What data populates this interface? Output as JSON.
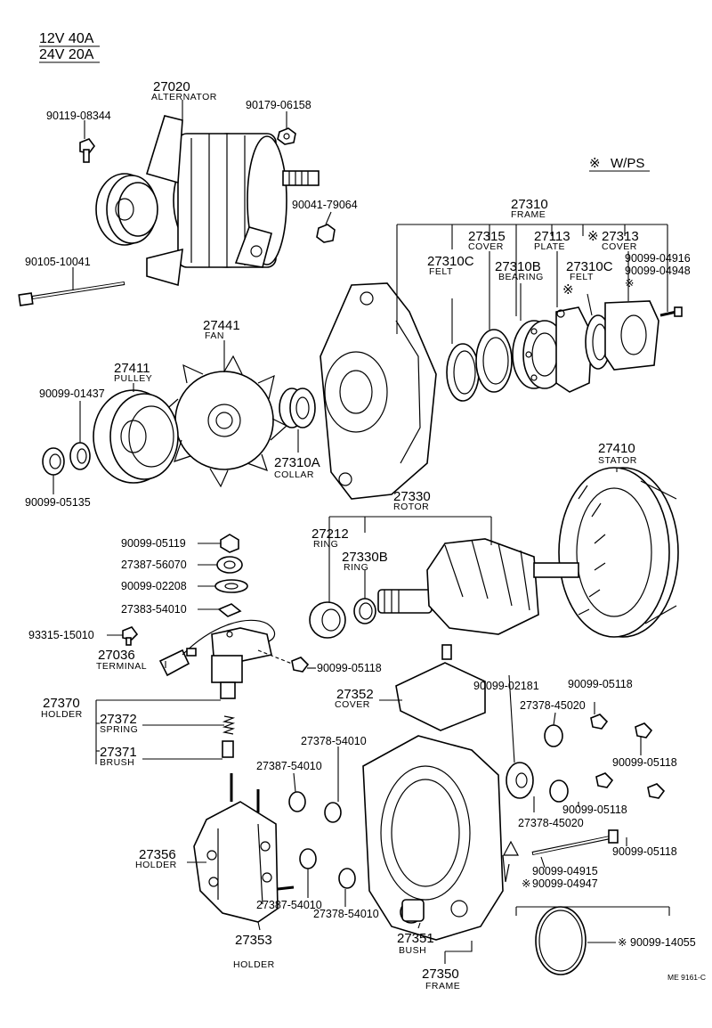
{
  "header": {
    "ratings": [
      "12V 40A",
      "24V 20A"
    ],
    "note_mark": "※",
    "note_text": "W/PS",
    "code": "ME 9161-C"
  },
  "parts": [
    {
      "id": "p27020",
      "number": "27020",
      "name": "ALTERNATOR"
    },
    {
      "id": "p90119_08344",
      "number": "90119-08344",
      "name": ""
    },
    {
      "id": "p90179_06158",
      "number": "90179-06158",
      "name": ""
    },
    {
      "id": "p90041_79064",
      "number": "90041-79064",
      "name": ""
    },
    {
      "id": "p90105_10041",
      "number": "90105-10041",
      "name": ""
    },
    {
      "id": "p27441",
      "number": "27441",
      "name": "FAN"
    },
    {
      "id": "p27411",
      "number": "27411",
      "name": "PULLEY"
    },
    {
      "id": "p90099_01437",
      "number": "90099-01437",
      "name": ""
    },
    {
      "id": "p90099_05135",
      "number": "90099-05135",
      "name": ""
    },
    {
      "id": "p27310A",
      "number": "27310A",
      "name": "COLLAR"
    },
    {
      "id": "p27310",
      "number": "27310",
      "name": "FRAME"
    },
    {
      "id": "p27315",
      "number": "27315",
      "name": "COVER"
    },
    {
      "id": "p27113",
      "number": "27113",
      "name": "PLATE"
    },
    {
      "id": "p27313",
      "number": "27313",
      "name": "COVER",
      "mark": "※"
    },
    {
      "id": "p27310C_a",
      "number": "27310C",
      "name": "FELT"
    },
    {
      "id": "p27310B",
      "number": "27310B",
      "name": "BEARING"
    },
    {
      "id": "p27310C_b",
      "number": "27310C",
      "name": "FELT",
      "mark": "※"
    },
    {
      "id": "p90099_04916",
      "number": "90099-04916",
      "name": ""
    },
    {
      "id": "p90099_04948",
      "number": "90099-04948",
      "name": "",
      "mark": "※"
    },
    {
      "id": "p27410",
      "number": "27410",
      "name": "STATOR"
    },
    {
      "id": "p27330",
      "number": "27330",
      "name": "ROTOR"
    },
    {
      "id": "p27212",
      "number": "27212",
      "name": "RING"
    },
    {
      "id": "p27330B",
      "number": "27330B",
      "name": "RING"
    },
    {
      "id": "p90099_05119",
      "number": "90099-05119",
      "name": ""
    },
    {
      "id": "p27387_56070",
      "number": "27387-56070",
      "name": ""
    },
    {
      "id": "p90099_02208",
      "number": "90099-02208",
      "name": ""
    },
    {
      "id": "p27383_54010",
      "number": "27383-54010",
      "name": ""
    },
    {
      "id": "p93315_15010",
      "number": "93315-15010",
      "name": ""
    },
    {
      "id": "p27036",
      "number": "27036",
      "name": "TERMINAL"
    },
    {
      "id": "p90099_05118_a",
      "number": "90099-05118",
      "name": ""
    },
    {
      "id": "p27370",
      "number": "27370",
      "name": "HOLDER"
    },
    {
      "id": "p27372",
      "number": "27372",
      "name": "SPRING"
    },
    {
      "id": "p27371",
      "number": "27371",
      "name": "BRUSH"
    },
    {
      "id": "p27352",
      "number": "27352",
      "name": "COVER"
    },
    {
      "id": "p90099_02181",
      "number": "90099-02181",
      "name": ""
    },
    {
      "id": "p90099_05118_b",
      "number": "90099-05118",
      "name": ""
    },
    {
      "id": "p27378_45020_a",
      "number": "27378-45020",
      "name": ""
    },
    {
      "id": "p27378_54010_a",
      "number": "27378-54010",
      "name": ""
    },
    {
      "id": "p90099_05118_c",
      "number": "90099-05118",
      "name": ""
    },
    {
      "id": "p27387_54010_a",
      "number": "27387-54010",
      "name": ""
    },
    {
      "id": "p90099_05118_d",
      "number": "90099-05118",
      "name": ""
    },
    {
      "id": "p27378_45020_b",
      "number": "27378-45020",
      "name": ""
    },
    {
      "id": "p90099_05118_e",
      "number": "90099-05118",
      "name": ""
    },
    {
      "id": "p27356",
      "number": "27356",
      "name": "HOLDER"
    },
    {
      "id": "p90099_04915",
      "number": "90099-04915",
      "name": ""
    },
    {
      "id": "p90099_04947",
      "number": "90099-04947",
      "name": "",
      "mark": "※"
    },
    {
      "id": "p27387_54010_b",
      "number": "27387-54010",
      "name": ""
    },
    {
      "id": "p27378_54010_b",
      "number": "27378-54010",
      "name": ""
    },
    {
      "id": "p27353",
      "number": "27353",
      "name": "HOLDER"
    },
    {
      "id": "p27351",
      "number": "27351",
      "name": "BUSH"
    },
    {
      "id": "p27350",
      "number": "27350",
      "name": "FRAME"
    },
    {
      "id": "p90099_14055",
      "number": "90099-14055",
      "name": "",
      "mark": "※"
    }
  ]
}
